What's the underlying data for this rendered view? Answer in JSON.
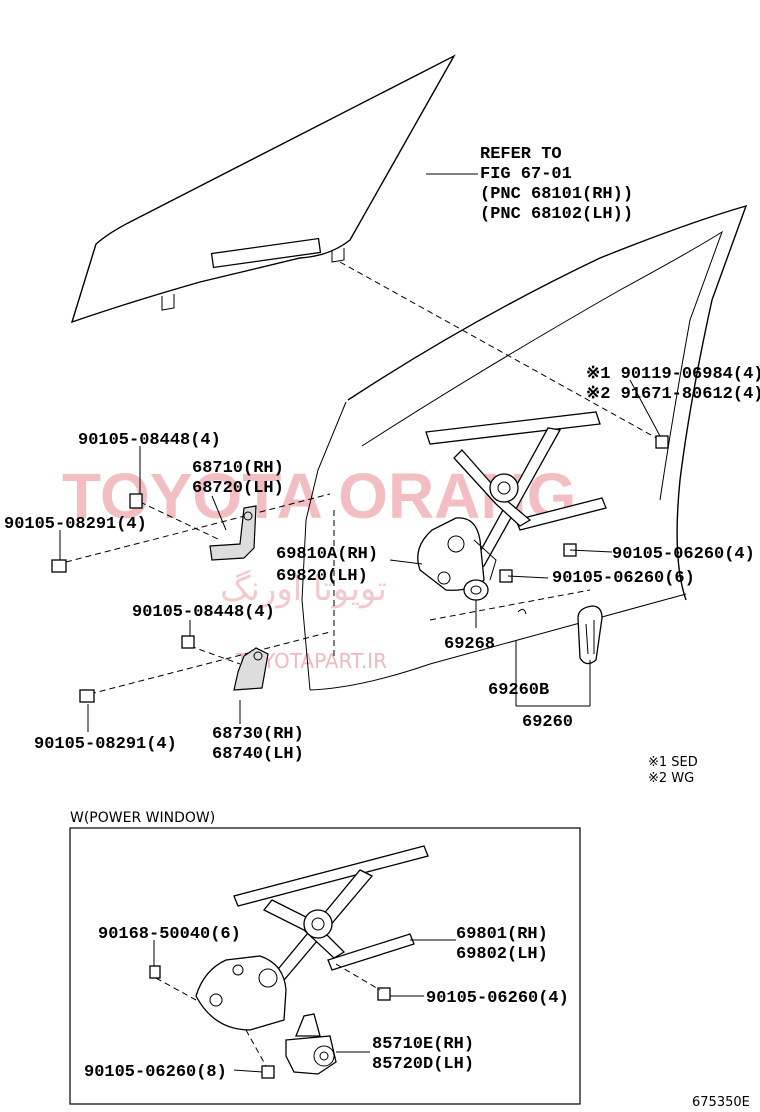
{
  "refer": {
    "line1": "REFER TO",
    "line2": "FIG 67-01",
    "line3": "(PNC 68101(RH))",
    "line4": "(PNC 68102(LH))"
  },
  "labels": {
    "p90119": "※1 90119-06984(4)",
    "p91671": "※2 91671-80612(4)",
    "p90105_08448_a": "90105-08448(4)",
    "p68710": "68710(RH)",
    "p68720": "68720(LH)",
    "p90105_08291_a": "90105-08291(4)",
    "p69810A": "69810A(RH)",
    "p69820": "69820(LH)",
    "p90105_06260_4a": "90105-06260(4)",
    "p90105_06260_6": "90105-06260(6)",
    "p90105_08448_b": "90105-08448(4)",
    "p69268": "69268",
    "p69260B": "69260B",
    "p69260": "69260",
    "p90105_08291_b": "90105-08291(4)",
    "p68730": "68730(RH)",
    "p68740": "68740(LH)",
    "note1": "※1 SED",
    "note2": "※2 WG",
    "power_window": "W(POWER WINDOW)",
    "p90168": "90168-50040(6)",
    "p69801": "69801(RH)",
    "p69802": "69802(LH)",
    "p90105_06260_4b": "90105-06260(4)",
    "p85710E": "85710E(RH)",
    "p85720D": "85720D(LH)",
    "p90105_06260_8": "90105-06260(8)",
    "figure_id": "675350E"
  },
  "watermark": {
    "main": "TOYOTA ORANG",
    "persian": "تویوتا اورنگ",
    "url": "TOYOTAPART.IR"
  }
}
